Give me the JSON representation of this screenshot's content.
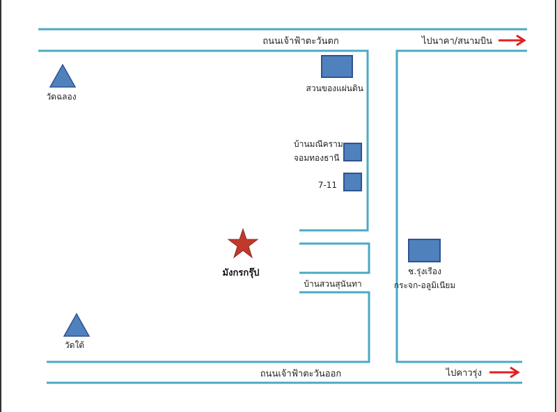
{
  "roads": {
    "west": "ถนนเจ้าฟ้าตะวันตก",
    "east": "ถนนเจ้าฟ้าตะวันออก"
  },
  "directions": {
    "to_airport": "ไปนาคา/สนามบิน",
    "to_kaorung": "ไปคาวรุ่ง"
  },
  "places": {
    "suan_khong_phaendin": "สวนของแผ่นดิน",
    "ban_mani_line1": "บ้านมณีคราม",
    "ban_mani_line2": "จอมทองธานี",
    "seven_eleven": "7-11",
    "mangkorn_roop": "มังกรกรุ๊ป",
    "ban_suan_sunantha": "บ้านสวนสุนันทา",
    "rungrueang_line1": "ช.รุ่งเรือง",
    "rungrueang_line2": "กระจก-อลูมิเนียม",
    "wat_chalong": "วัดฉลอง",
    "wat_tai": "วัดใต้"
  },
  "colors": {
    "road": "#4aa9c4",
    "building": "#4f81bd",
    "star": "#c0392b",
    "arrow": "#e02020"
  }
}
